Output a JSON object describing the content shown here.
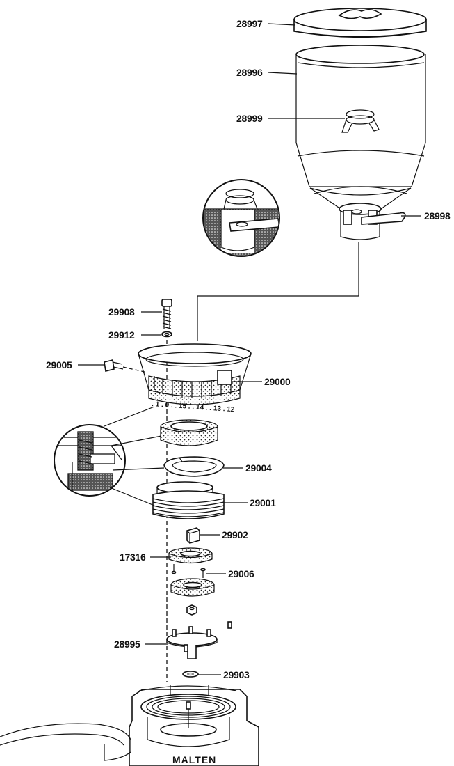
{
  "parts": [
    {
      "id": "28997"
    },
    {
      "id": "28996"
    },
    {
      "id": "28999"
    },
    {
      "id": "28998"
    },
    {
      "id": "29908"
    },
    {
      "id": "29912"
    },
    {
      "id": "29005"
    },
    {
      "id": "29000"
    },
    {
      "id": "29004"
    },
    {
      "id": "29001"
    },
    {
      "id": "29902"
    },
    {
      "id": "17316"
    },
    {
      "id": "29006"
    },
    {
      "id": "28995"
    },
    {
      "id": "29903"
    }
  ],
  "dial_scale": ". 1 . 0 . . 15 . . 14 . . 13 . 12",
  "base_text": "MALTEN",
  "colors": {
    "ink": "#111111",
    "paper": "#ffffff"
  }
}
